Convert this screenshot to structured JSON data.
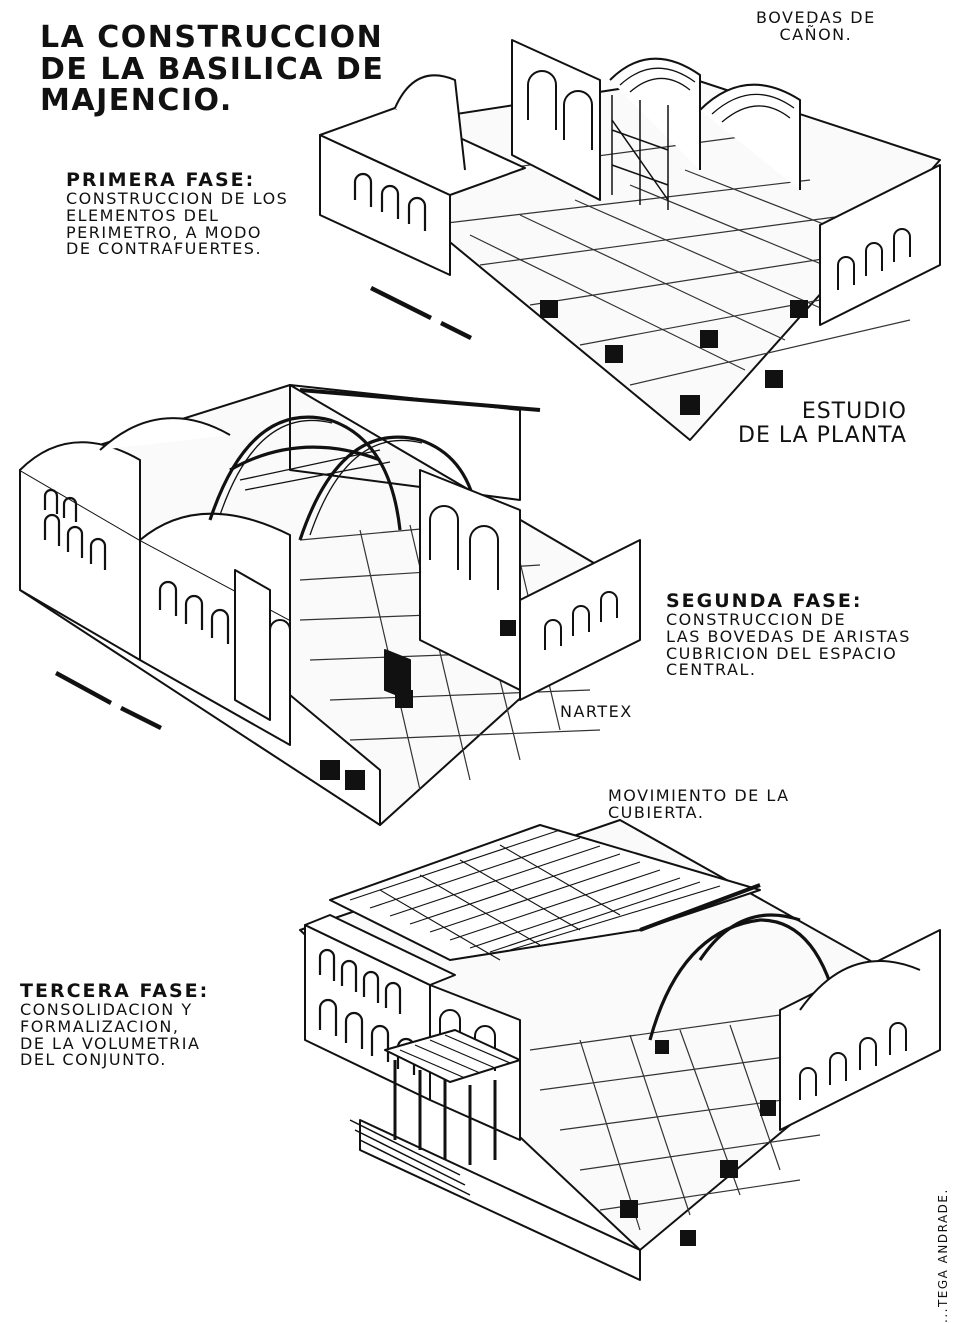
{
  "title": {
    "line1": "LA CONSTRUCCION",
    "line2": "DE LA BASILICA DE",
    "line3": "MAJENCIO."
  },
  "annotations": {
    "bovedas": {
      "line1": "BOVEDAS DE",
      "line2": "CAÑON."
    },
    "estudio": {
      "line1": "ESTUDIO",
      "line2": "DE LA PLANTA"
    },
    "nartex": "NARTEX",
    "movimiento": {
      "line1": "MOVIMIENTO DE LA",
      "line2": "CUBIERTA."
    }
  },
  "phases": [
    {
      "heading": "PRIMERA FASE:",
      "lines": [
        "CONSTRUCCION DE LOS",
        "ELEMENTOS DEL",
        "PERIMETRO, A MODO",
        "DE CONTRAFUERTES."
      ]
    },
    {
      "heading": "SEGUNDA FASE:",
      "lines": [
        "CONSTRUCCION DE",
        "LAS BOVEDAS DE ARISTAS",
        "CUBRICION DEL ESPACIO",
        "CENTRAL."
      ]
    },
    {
      "heading": "TERCERA FASE:",
      "lines": [
        "CONSOLIDACION Y",
        "FORMALIZACION,",
        "DE LA VOLUMETRIA",
        "DEL CONJUNTO."
      ]
    }
  ],
  "signature": "...TEGA ANDRADE."
}
